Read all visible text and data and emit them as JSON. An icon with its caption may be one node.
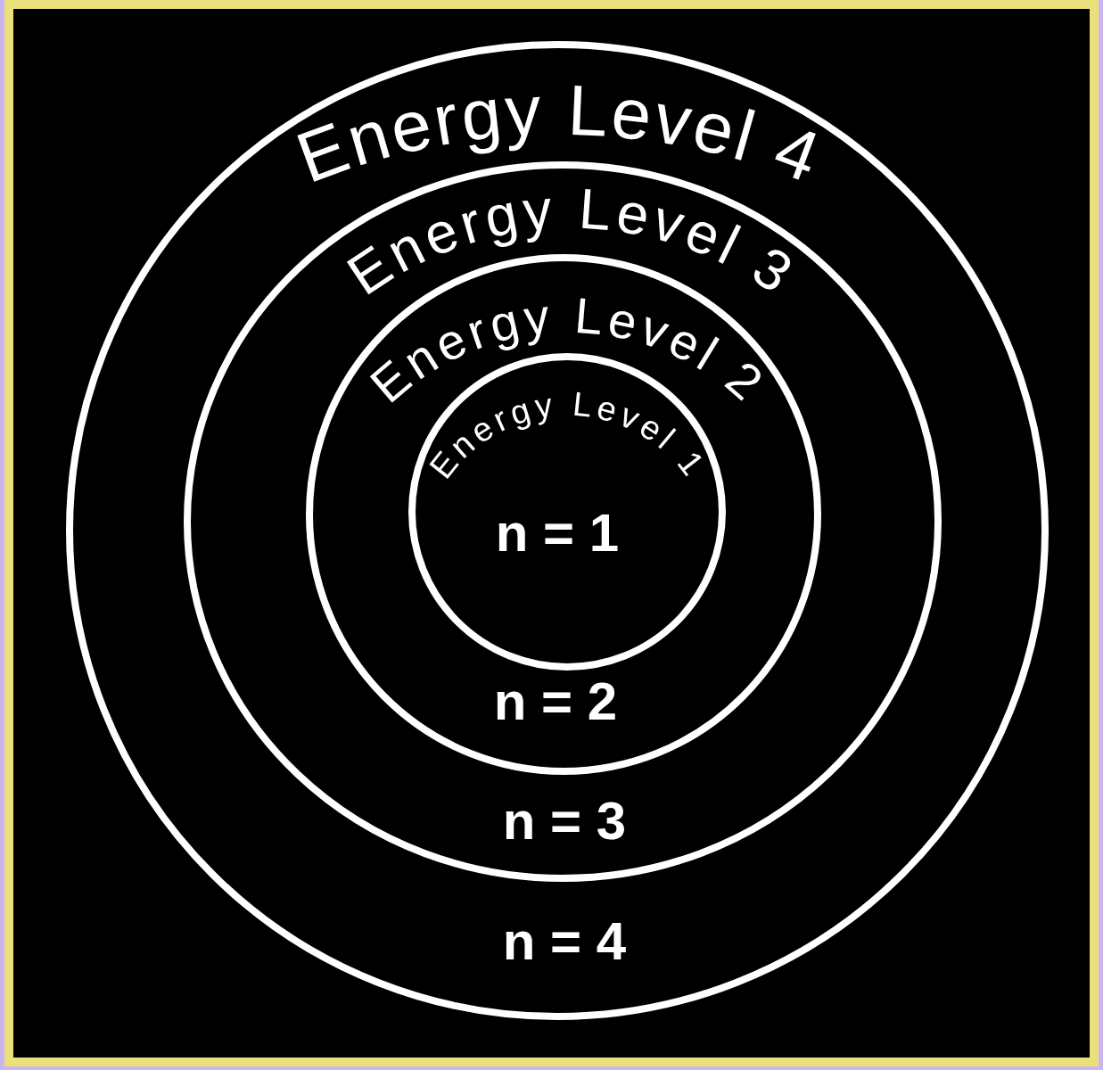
{
  "diagram": {
    "nodes": [
      {
        "text": [
          "Energy Level 4",
          "n = 4"
        ]
      },
      {
        "text": [
          "Energy Level 3",
          "n = 3"
        ],
        "in": 0
      },
      {
        "text": [
          "Energy Level 2",
          "n = 2"
        ],
        "in": 1
      },
      {
        "text": [
          "Energy Level 1",
          "n = 1"
        ],
        "in": 2
      }
    ]
  }
}
